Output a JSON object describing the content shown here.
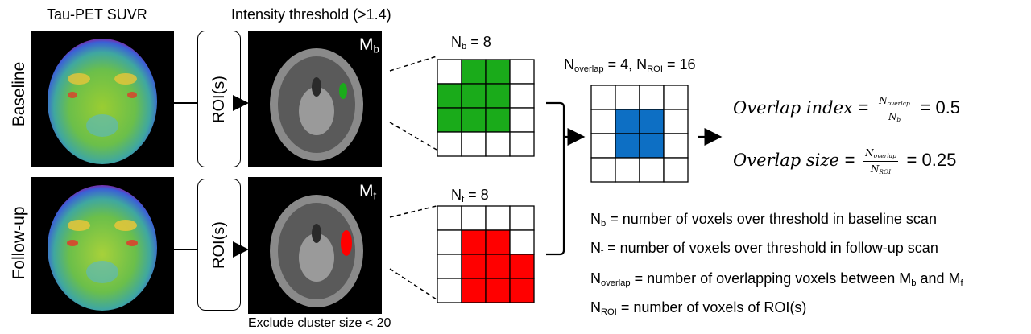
{
  "headers": {
    "col1": "Tau-PET SUVR",
    "col2": "Intensity threshold (>1.4)"
  },
  "rows": {
    "baseline": "Baseline",
    "followup": "Follow-up"
  },
  "roi_label": "ROI(s)",
  "mask_labels": {
    "mb_main": "M",
    "mb_sub": "b",
    "mf_main": "M",
    "mf_sub": "f"
  },
  "exclude_note": "Exclude cluster size < 20",
  "counts": {
    "nb_main": "N",
    "nb_sub": "b",
    "nb_value": " = 8",
    "nf_main": "N",
    "nf_sub": "f",
    "nf_value": " = 8",
    "overlap_main": "N",
    "overlap_sub": "overlap",
    "overlap_value": " = 4, ",
    "roi_main": "N",
    "roi_sub": "ROI",
    "roi_value": " = 16"
  },
  "grids": {
    "size": 4,
    "baseline_cells": [
      [
        0,
        1
      ],
      [
        0,
        2
      ],
      [
        1,
        0
      ],
      [
        1,
        1
      ],
      [
        1,
        2
      ],
      [
        2,
        0
      ],
      [
        2,
        1
      ],
      [
        2,
        2
      ]
    ],
    "followup_cells": [
      [
        1,
        1
      ],
      [
        1,
        2
      ],
      [
        2,
        1
      ],
      [
        2,
        2
      ],
      [
        2,
        3
      ],
      [
        3,
        1
      ],
      [
        3,
        2
      ],
      [
        3,
        3
      ]
    ],
    "overlap_cells": [
      [
        1,
        1
      ],
      [
        1,
        2
      ],
      [
        2,
        1
      ],
      [
        2,
        2
      ]
    ],
    "colors": {
      "baseline": "#1aab1a",
      "followup": "#ff0000",
      "overlap": "#0d6fc4",
      "grid": "#000000"
    }
  },
  "formulas": {
    "index_label": "Overlap index",
    "index_num_main": "N",
    "index_num_sub": "overlap",
    "index_den_main": "N",
    "index_den_sub": "b",
    "index_value": "= 0.5",
    "size_label": "Overlap size",
    "size_num_main": "N",
    "size_num_sub": "overlap",
    "size_den_main": "N",
    "size_den_sub": "ROI",
    "size_value": "= 0.25",
    "equals": "="
  },
  "legend": [
    {
      "main": "N",
      "sub": "b",
      "text": " = number of voxels over threshold in baseline scan"
    },
    {
      "main": "N",
      "sub": "f",
      "text": " = number of voxels over threshold in follow-up scan"
    },
    {
      "main": "N",
      "sub": "overlap",
      "text": " = number of overlapping voxels between M",
      "tail_sub1": "b",
      "tail_mid": " and M",
      "tail_sub2": "f"
    },
    {
      "main": "N",
      "sub": "ROI",
      "text": " = number of voxels of ROI(s)"
    }
  ]
}
